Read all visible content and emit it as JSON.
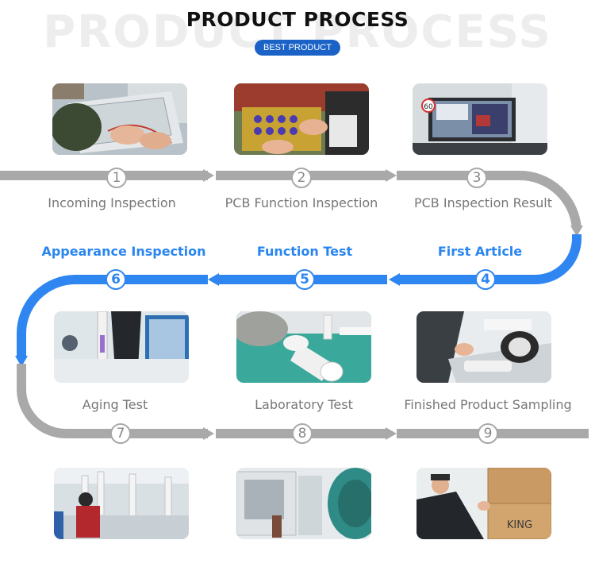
{
  "header": {
    "watermark": "PRODUCT PROCESS",
    "title": "PRODUCT PROCESS",
    "badge": "BEST PRODUCT"
  },
  "colors": {
    "gray_track": "#a9a9a9",
    "blue_track": "#2f86f0",
    "badge": "#1b62c7"
  },
  "steps": [
    {
      "number": "1",
      "label": "Incoming Inspection",
      "style": "gray"
    },
    {
      "number": "2",
      "label": "PCB Function Inspection",
      "style": "gray"
    },
    {
      "number": "3",
      "label": "PCB Inspection Result",
      "style": "gray"
    },
    {
      "number": "4",
      "label": "First Article",
      "style": "blue"
    },
    {
      "number": "5",
      "label": "Function Test",
      "style": "blue"
    },
    {
      "number": "6",
      "label": "Appearance Inspection",
      "style": "blue"
    },
    {
      "number": "7",
      "label": "Aging Test",
      "style": "gray"
    },
    {
      "number": "8",
      "label": "Laboratory Test",
      "style": "gray"
    },
    {
      "number": "9",
      "label": "Finished Product Sampling",
      "style": "gray"
    }
  ],
  "photos": {
    "p3_screen_badge": "60",
    "p9_box_brand": "KING"
  }
}
